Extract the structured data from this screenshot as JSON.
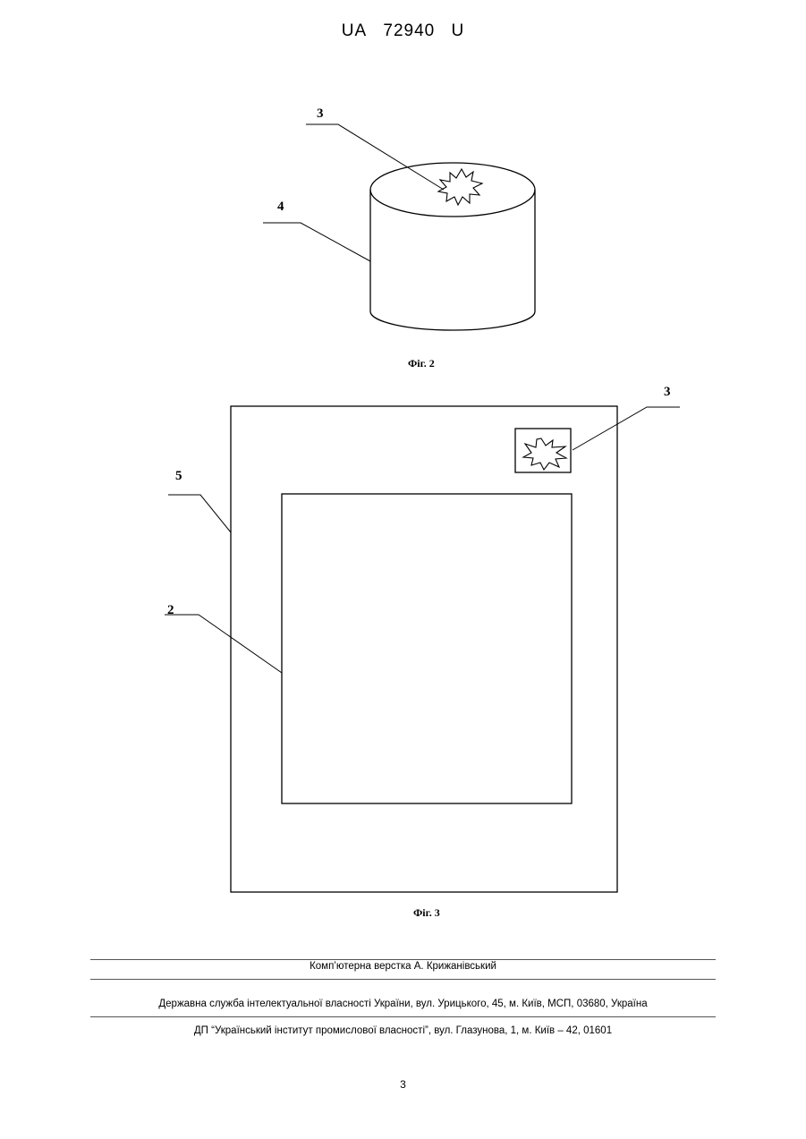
{
  "header": {
    "country": "UA",
    "number": "72940",
    "kind": "U"
  },
  "figure2": {
    "caption": "Фіг. 2",
    "labels": {
      "label_3": "3",
      "label_4": "4"
    }
  },
  "figure3": {
    "caption": "Фіг. 3",
    "labels": {
      "label_3": "3",
      "label_5": "5",
      "label_2": "2"
    }
  },
  "footer": {
    "layout_credit": "Комп’ютерна верстка А. Крижанівський",
    "agency": "Державна служба інтелектуальної власності України, вул. Урицького, 45, м. Київ, МСП, 03680, Україна",
    "institute": "ДП “Український інститут промислової власності”, вул. Глазунова, 1, м. Київ – 42, 01601"
  },
  "page_number": "3"
}
